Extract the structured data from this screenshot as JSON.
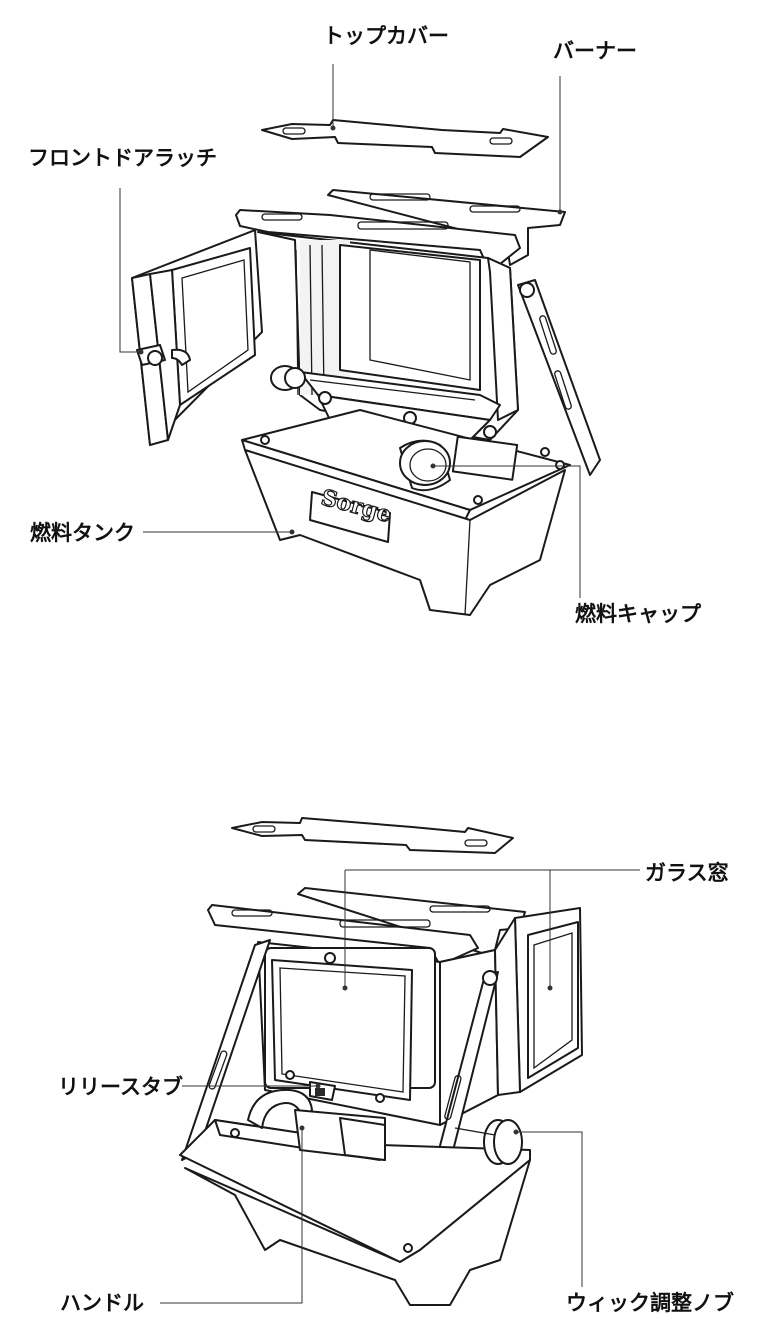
{
  "figure_top": {
    "labels": {
      "top_cover": "トップカバー",
      "burner": "バーナー",
      "front_door_latch": "フロントドアラッチ",
      "fuel_tank": "燃料タンク",
      "fuel_cap": "燃料キャップ"
    },
    "brand_text": "Sorge"
  },
  "figure_bottom": {
    "labels": {
      "glass_window": "ガラス窓",
      "release_tab": "リリースタブ",
      "handle": "ハンドル",
      "wick_knob": "ウィック調整ノブ"
    }
  }
}
